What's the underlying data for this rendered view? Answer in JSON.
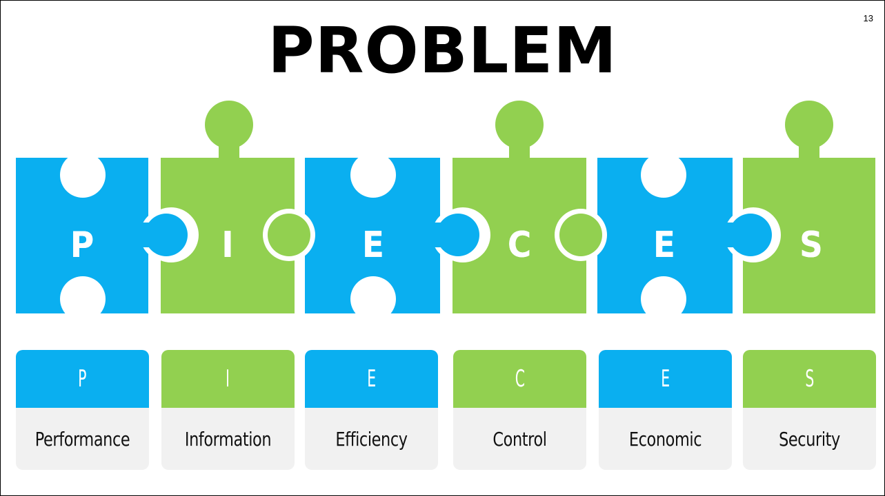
{
  "page_number": "13",
  "title": "PROBLEM",
  "colors": {
    "blue": "#0aaff0",
    "green": "#92d050"
  },
  "puzzle_letters": [
    "P",
    "I",
    "E",
    "C",
    "E",
    "S"
  ],
  "cards": [
    {
      "letter": "P",
      "label": "Performance",
      "color": "blue"
    },
    {
      "letter": "I",
      "label": "Information",
      "color": "green"
    },
    {
      "letter": "E",
      "label": "Efficiency",
      "color": "blue"
    },
    {
      "letter": "C",
      "label": "Control",
      "color": "green"
    },
    {
      "letter": "E",
      "label": "Economic",
      "color": "blue"
    },
    {
      "letter": "S",
      "label": "Security",
      "color": "green"
    }
  ]
}
